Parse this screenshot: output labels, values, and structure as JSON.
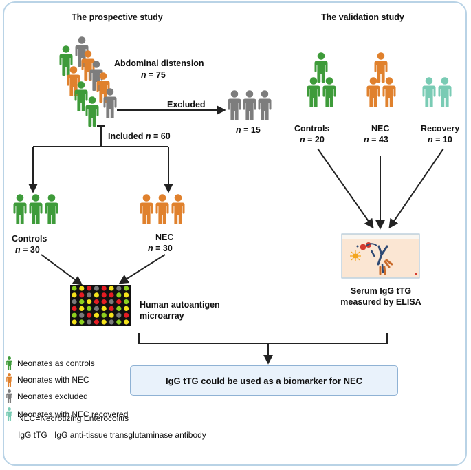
{
  "prospective": {
    "title": "The prospective study",
    "distension_label": "Abdominal distension",
    "distension_n": "75",
    "excluded_label": "Excluded",
    "excluded_n": "15",
    "included_label": "Included",
    "included_n": "60",
    "controls_label": "Controls",
    "controls_n": "30",
    "nec_label": "NEC",
    "nec_n": "30",
    "microarray_line1": "Human autoantigen",
    "microarray_line2": "microarray"
  },
  "validation": {
    "title": "The validation study",
    "controls_label": "Controls",
    "controls_n": "20",
    "nec_label": "NEC",
    "nec_n": "43",
    "recovery_label": "Recovery",
    "recovery_n": "10",
    "elisa_line1": "Serum IgG tTG",
    "elisa_line2": "measured by ELISA"
  },
  "n_symbol": "n",
  "equals": " = ",
  "conclusion": "IgG tTG could be used as a biomarker for NEC",
  "legend": [
    {
      "label": "Neonates as controls",
      "color": "#3e9b3a"
    },
    {
      "label": "Neonates with NEC",
      "color": "#e0812d"
    },
    {
      "label": "Neonates excluded",
      "color": "#7d7d7d"
    },
    {
      "label": "Neonates with NEC recovered",
      "color": "#79cbb4"
    }
  ],
  "abbreviations": [
    "NEC=Necrotizing Enterocolitis",
    "IgG tTG= IgG anti-tissue transglutaminase antibody"
  ],
  "colors": {
    "control": "#3e9b3a",
    "nec": "#e0812d",
    "excluded": "#7d7d7d",
    "recovered": "#79cbb4",
    "frame": "#b9d3e6",
    "conclusion_fill": "#e9f2fb",
    "conclusion_border": "#8fb2d4",
    "microarray_red": "#e51c23",
    "microarray_yellow": "#f4e21b",
    "microarray_green": "#8ed11e",
    "microarray_gray": "#7a7a7a"
  },
  "icons": {
    "person": "person-icon",
    "arrow": "arrow-icon",
    "antibody": "antibody-icon"
  }
}
